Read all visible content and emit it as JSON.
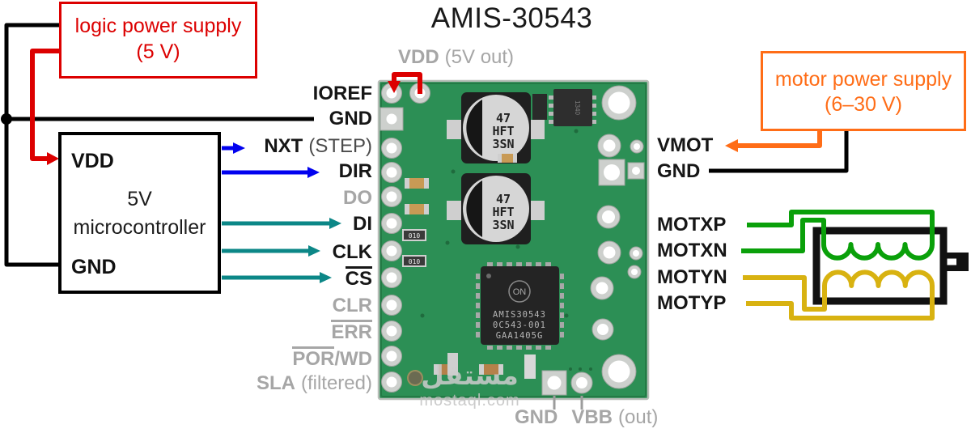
{
  "title": "AMIS-30543",
  "boxes": {
    "logic_supply": {
      "line1": "logic power supply",
      "line2": "(5 V)"
    },
    "motor_supply": {
      "line1": "motor power supply",
      "line2": "(6–30 V)"
    },
    "mcu": {
      "vdd": "VDD",
      "gnd": "GND",
      "line1": "5V",
      "line2": "microcontroller"
    }
  },
  "pins_left": [
    {
      "name": "IOREF"
    },
    {
      "name": "GND"
    },
    {
      "name": "NXT",
      "suffix": "(STEP)"
    },
    {
      "name": "DIR"
    },
    {
      "name": "DO"
    },
    {
      "name": "DI"
    },
    {
      "name": "CLK"
    },
    {
      "bar": "CS"
    },
    {
      "name": "CLR"
    },
    {
      "bar": "ERR"
    },
    {
      "bar": "POR",
      "name": "/WD"
    },
    {
      "name": "SLA",
      "suffix": "(filtered)"
    }
  ],
  "pins_right": [
    "VMOT",
    "GND",
    "MOTXP",
    "MOTXN",
    "MOTYN",
    "MOTYP"
  ],
  "board": {
    "vdd_label": "VDD",
    "vdd_suffix": "(5V out)",
    "gnd_label": "GND",
    "vbb_label": "VBB",
    "vbb_suffix": "(out)",
    "cap_text": [
      "47",
      "HFT",
      "3SN"
    ],
    "chip": {
      "logo": "ON",
      "line1": "AMIS30543",
      "line2": "0C543-001",
      "line3": "GAA1405G"
    },
    "soic_label": "1340",
    "res_label": "010"
  },
  "watermark": {
    "logo": "مستقل",
    "domain": "mostaql.com"
  },
  "colors": {
    "red": "#dc0000",
    "blue": "#0202ef",
    "teal": "#0c8787",
    "green": "#0aa00a",
    "yellow": "#d8b211",
    "orange": "#ff6d17",
    "black_wire": "#000000",
    "label_black": "#161616",
    "label_gray": "#a6a6a6",
    "suffix_gray": "#4b4b4b",
    "board_green": "#2c8f55"
  }
}
